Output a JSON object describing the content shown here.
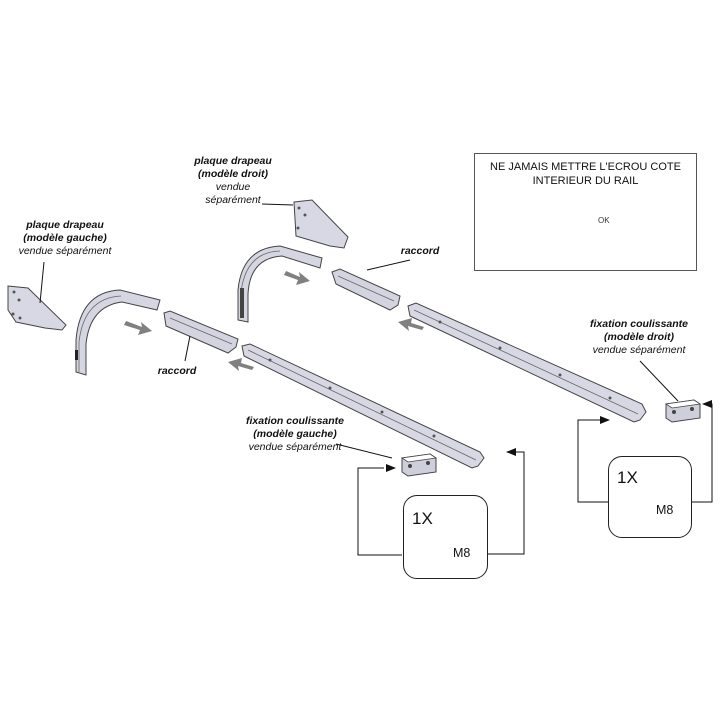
{
  "labels": {
    "plaque_gauche": {
      "title": "plaque drapeau",
      "model": "(modèle gauche)",
      "note": "vendue séparément"
    },
    "plaque_droit": {
      "title": "plaque drapeau",
      "model": "(modèle droit)",
      "note1": "vendue",
      "note2": "séparément"
    },
    "raccord_left": "raccord",
    "raccord_right": "raccord",
    "fixation_gauche": {
      "title": "fixation coulissante",
      "model": "(modèle gauche)",
      "note": "vendue séparément"
    },
    "fixation_droit": {
      "title": "fixation coulissante",
      "model": "(modèle droit)",
      "note": "vendue séparément"
    }
  },
  "warning": {
    "line1": "NE JAMAIS METTRE L'ECROU COTE",
    "line2": "INTERIEUR DU RAIL",
    "ok_label": "OK"
  },
  "kit_left": {
    "quantity": "1X",
    "bolt_size": "M8"
  },
  "kit_right": {
    "quantity": "1X",
    "bolt_size": "M8"
  },
  "colors": {
    "arrow": "#808080",
    "part_fill": "#dcdce8",
    "part_stroke": "#444",
    "check": "#4caf50",
    "cross_line": "#333"
  }
}
